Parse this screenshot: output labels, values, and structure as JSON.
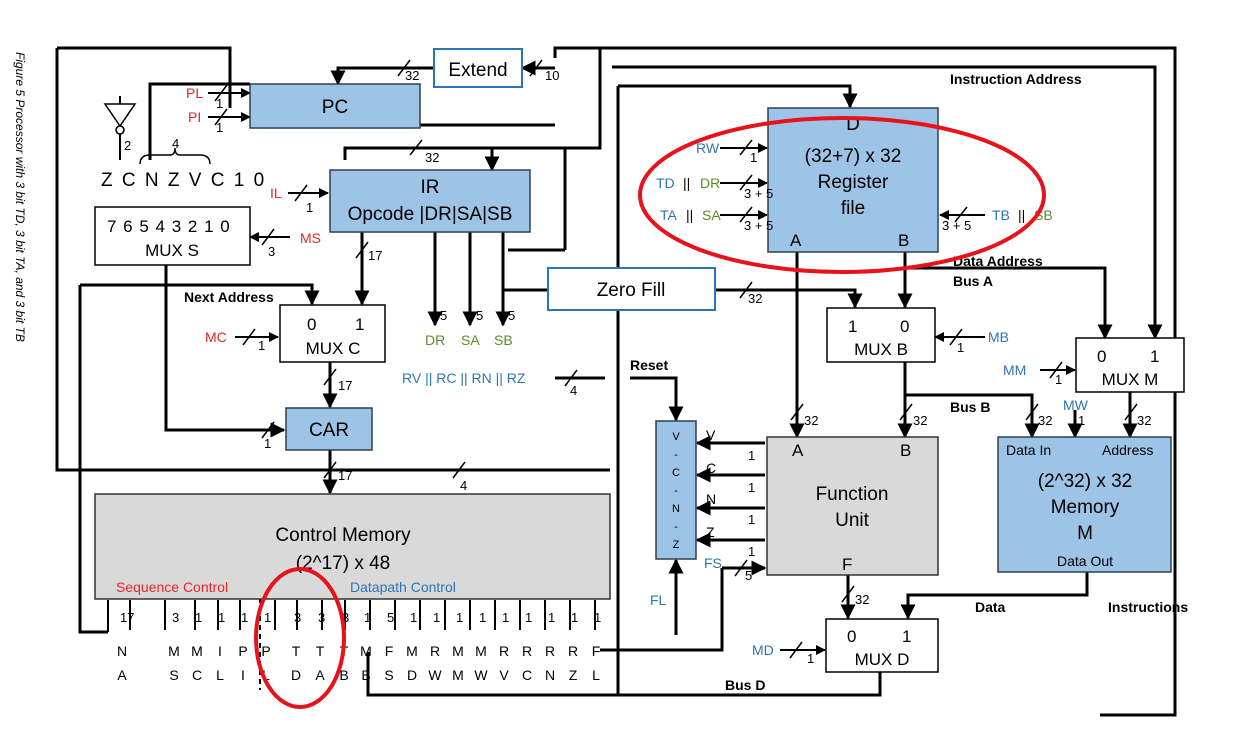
{
  "caption": "Figure 5  Processor with 3 bit TD, 3 bit TA, and 3 bit TB",
  "blocks": {
    "extend": "Extend",
    "pc": "PC",
    "ir_title": "IR",
    "ir_fields": "Opcode |DR|SA|SB",
    "mux_s_bits": "7 6 5 4 3 2 1 0",
    "mux_s": "MUX S",
    "status_bits": "Z C N Z V C 1 0",
    "mux_c_in0": "0",
    "mux_c_in1": "1",
    "mux_c": "MUX C",
    "car": "CAR",
    "zero_fill": "Zero Fill",
    "control_memory": "Control Memory",
    "control_memory_size": "(2^17) x 48",
    "reg_port_d": "D",
    "reg_size": "(32+7) x 32",
    "reg_name1": "Register",
    "reg_name2": "file",
    "reg_port_a": "A",
    "reg_port_b": "B",
    "mux_b_in1": "1",
    "mux_b_in0": "0",
    "mux_b": "MUX B",
    "mux_m_in0": "0",
    "mux_m_in1": "1",
    "mux_m": "MUX M",
    "fu_port_a": "A",
    "fu_port_b": "B",
    "fu_name1": "Function",
    "fu_name2": "Unit",
    "fu_port_f": "F",
    "mem_data_in": "Data In",
    "mem_address": "Address",
    "mem_size": "(2^32) x 32",
    "mem_name1": "Memory",
    "mem_name2": "M",
    "mem_data_out": "Data Out",
    "mux_d_in0": "0",
    "mux_d_in1": "1",
    "mux_d": "MUX D",
    "vcnz": "V - C - N - Z"
  },
  "signals": {
    "pl": "PL",
    "pi": "PI",
    "il": "IL",
    "ms": "MS",
    "mc": "MC",
    "rw": "RW",
    "td": "TD",
    "dr": "DR",
    "ta": "TA",
    "sa": "SA",
    "tb": "TB",
    "sb": "SB",
    "sep": "||",
    "ir_dr": "DR",
    "ir_sa": "SA",
    "ir_sb": "SB",
    "rv_rc_rn_rz": "RV || RC || RN || RZ",
    "mb": "MB",
    "mm": "MM",
    "mw": "MW",
    "md": "MD",
    "fs": "FS",
    "fl": "FL",
    "v": "V",
    "c": "C",
    "n": "N",
    "z": "Z"
  },
  "wire_labels": {
    "next_address": "Next Address",
    "instruction_address": "Instruction Address",
    "data_address": "Data Address",
    "bus_a": "Bus A",
    "bus_b": "Bus B",
    "bus_d": "Bus D",
    "reset": "Reset",
    "data": "Data",
    "instructions": "Instructions",
    "sequence_control": "Sequence Control",
    "datapath_control": "Datapath Control"
  },
  "widths": {
    "w32": "32",
    "w10": "10",
    "w1": "1",
    "w2": "2",
    "w4": "4",
    "w3": "3",
    "w17": "17",
    "w5": "5",
    "w3p5": "3 + 5"
  },
  "control_fields": [
    {
      "width": "17",
      "top": "N",
      "bottom": "A",
      "color": "red"
    },
    {
      "width": "3",
      "top": "M",
      "bottom": "S",
      "color": "red"
    },
    {
      "width": "1",
      "top": "M",
      "bottom": "C",
      "color": "red"
    },
    {
      "width": "1",
      "top": "I",
      "bottom": "L",
      "color": "red"
    },
    {
      "width": "1",
      "top": "P",
      "bottom": "I",
      "color": "red"
    },
    {
      "width": "1",
      "top": "P",
      "bottom": "L",
      "color": "red"
    },
    {
      "width": "3",
      "top": "T",
      "bottom": "D",
      "color": "blue"
    },
    {
      "width": "3",
      "top": "T",
      "bottom": "A",
      "color": "blue"
    },
    {
      "width": "3",
      "top": "T",
      "bottom": "B",
      "color": "blue"
    },
    {
      "width": "1",
      "top": "M",
      "bottom": "B",
      "color": "blue"
    },
    {
      "width": "5",
      "top": "F",
      "bottom": "S",
      "color": "blue"
    },
    {
      "width": "1",
      "top": "M",
      "bottom": "D",
      "color": "blue"
    },
    {
      "width": "1",
      "top": "R",
      "bottom": "W",
      "color": "blue"
    },
    {
      "width": "1",
      "top": "M",
      "bottom": "M",
      "color": "blue"
    },
    {
      "width": "1",
      "top": "M",
      "bottom": "W",
      "color": "blue"
    },
    {
      "width": "1",
      "top": "R",
      "bottom": "V",
      "color": "blue"
    },
    {
      "width": "1",
      "top": "R",
      "bottom": "C",
      "color": "blue"
    },
    {
      "width": "1",
      "top": "R",
      "bottom": "N",
      "color": "blue"
    },
    {
      "width": "1",
      "top": "R",
      "bottom": "Z",
      "color": "blue"
    },
    {
      "width": "1",
      "top": "F",
      "bottom": "L",
      "color": "blue"
    }
  ],
  "colors": {
    "signal_red": "#e8262a",
    "signal_blue": "#2e75b6",
    "signal_green": "#5b8c2e",
    "block_blue": "#9dc3e6",
    "highlight": "#e8131a"
  }
}
